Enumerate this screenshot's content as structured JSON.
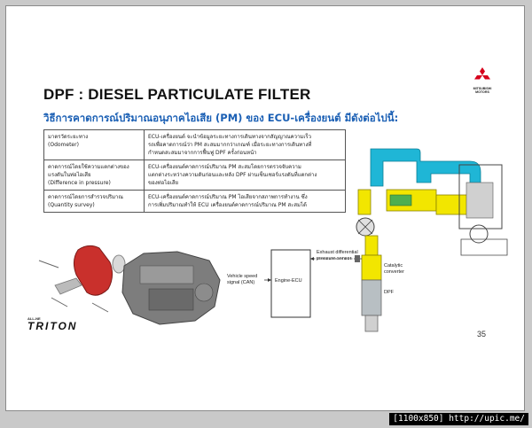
{
  "slide": {
    "title": "DPF : DIESEL PARTICULATE FILTER",
    "subtitle": "วิธีการคาดการณ์ปริมาณอนุภาคไอเสีย (PM) ของ ECU-เครื่องยนต์ มีดังต่อไปนี้:",
    "logo_text": "MITSUBISHI MOTORS",
    "page_number": "35",
    "brand_prefix": "ALL-NE",
    "brand_name": "TRITON"
  },
  "table": {
    "rows": [
      {
        "method": [
          "มาตรวัดระยะทาง",
          "(Odometer)"
        ],
        "description": [
          "ECU-เครื่องยนต์ จะนำข้อมูลระยะทางการเดินทางจากสัญญาณความเร็ว",
          "รถเพื่อคาดการณ์ว่า PM สะสมมากกว่าเกณฑ์ เมื่อระยะทางการเดินทางที่",
          "กำหนดสะสมมาจากการฟื้นฟู DPF ครั้งก่อนหน้า"
        ]
      },
      {
        "method": [
          "คาดการณ์โดยใช้ความแตกต่างของ",
          "แรงดันในท่อไอเสีย",
          "(Difference in pressure)"
        ],
        "description": [
          "ECU-เครื่องยนต์คาดการณ์ปริมาณ PM สะสมโดยการตรวจจับความ",
          "แตกต่างระหว่างความดันก่อนและหลัง DPF ผ่านเซ็นเซอร์แรงดันที่แตกต่าง",
          "ของท่อไอเสีย"
        ]
      },
      {
        "method": [
          "คาดการณ์โดยการสำรวจปริมาณ",
          "(Quantity survey)"
        ],
        "description": [
          "ECU-เครื่องยนต์คาดการณ์ปริมาณ PM ไอเสียจากสภาพการทำงาน ซึ่ง",
          "การเพิ่มปริมาณทำให้ ECU เครื่องยนต์คาดการณ์ปริมาณ PM สะสมได้"
        ]
      }
    ]
  },
  "diagram": {
    "vehicle_speed": [
      "Vehicle speed",
      "signal (CAN)"
    ],
    "ecu": "Engine-ECU",
    "pressure_sensor": [
      "Exhaust differential",
      "pressure sensor"
    ],
    "catalytic": [
      "Catalytic",
      "converter"
    ],
    "dpf": "DPF",
    "colors": {
      "yellow": "#f2e600",
      "cyan": "#1fb6d6",
      "green": "#4caf50"
    }
  },
  "watermark": "[1100x850] http://upic.me/"
}
